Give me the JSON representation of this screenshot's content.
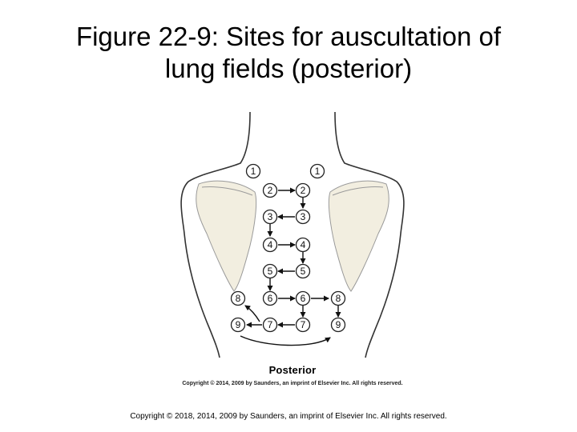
{
  "title": {
    "line1": "Figure 22-9: Sites for auscultation of",
    "line2": "lung fields (posterior)"
  },
  "figure": {
    "label": "Posterior",
    "copyright": "Copyright © 2014, 2009 by Saunders, an imprint of Elsevier Inc. All rights reserved."
  },
  "footer": {
    "copyright": "Copyright © 2018, 2014, 2009 by Saunders, an imprint of Elsevier Inc. All rights reserved."
  },
  "sites": [
    {
      "id": "L1",
      "label": "1"
    },
    {
      "id": "R1",
      "label": "1"
    },
    {
      "id": "L2",
      "label": "2"
    },
    {
      "id": "R2",
      "label": "2"
    },
    {
      "id": "L3",
      "label": "3"
    },
    {
      "id": "R3",
      "label": "3"
    },
    {
      "id": "L4",
      "label": "4"
    },
    {
      "id": "R4",
      "label": "4"
    },
    {
      "id": "L5",
      "label": "5"
    },
    {
      "id": "R5",
      "label": "5"
    },
    {
      "id": "L6",
      "label": "6"
    },
    {
      "id": "R6",
      "label": "6"
    },
    {
      "id": "L8",
      "label": "8"
    },
    {
      "id": "R8",
      "label": "8"
    },
    {
      "id": "L9",
      "label": "9"
    },
    {
      "id": "R9",
      "label": "9"
    },
    {
      "id": "L7",
      "label": "7"
    },
    {
      "id": "R7",
      "label": "7"
    }
  ]
}
